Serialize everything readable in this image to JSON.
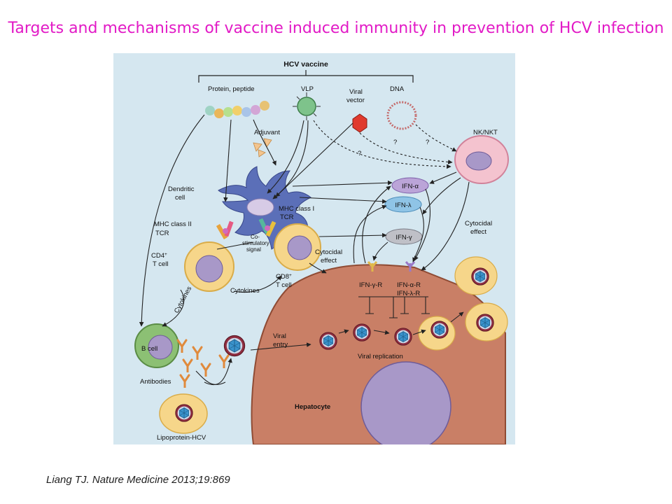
{
  "title": "Targets and mechanisms of vaccine induced immunity in prevention of HCV infection",
  "citation": "Liang TJ. Nature Medicine 2013;19:869",
  "colors": {
    "title": "#e21ac6",
    "panel_bg": "#d5e7f0",
    "hepatocyte": "#c97f66",
    "dendritic": "#5b6fb8",
    "t_cell": "#f6d68a",
    "nk_cell": "#f4c3cf",
    "b_cell": "#8cc074"
  },
  "diagram": {
    "hcv_vaccine": "HCV vaccine",
    "protein_peptide": "Protein, peptide",
    "vlp": "VLP",
    "viral": "Viral",
    "vector": "vector",
    "dna": "DNA",
    "adjuvant": "Adjuvant",
    "q1": "?",
    "q2": "?",
    "q3": "?",
    "nk_nkt": "NK/NKT",
    "dendritic": "Dendritic",
    "cell": "cell",
    "mhc_class_i": "MHC class I",
    "tcr1": "TCR",
    "mhc_class_ii": "MHC class II",
    "tcr2": "TCR",
    "co": "Co-",
    "stimulatory": "stimulatory",
    "signal": "signal",
    "cd4": "CD4",
    "cd8": "CD8",
    "plus": "+",
    "t_cell1": "T cell",
    "t_cell2": "T cell",
    "cytokines1": "Cytokines",
    "cytokines2": "Cytokines",
    "cytocidal1": "Cytocidal",
    "effect1": "effect",
    "cytocidal2": "Cytocidal",
    "effect2": "effect",
    "ifn_a": "IFN-α",
    "ifn_l": "IFN-λ",
    "ifn_g": "IFN-γ",
    "ifn_g_r": "IFN-γ-R",
    "ifn_a_r": "IFN-α-R",
    "ifn_l_r": "IFN-λ-R",
    "b_cell": "B cell",
    "antibodies": "Antibodies",
    "viral2": "Viral",
    "entry": "entry",
    "viral_replication": "Viral replication",
    "hepatocyte": "Hepatocyte",
    "lipoprotein_hcv": "Lipoprotein-HCV"
  }
}
